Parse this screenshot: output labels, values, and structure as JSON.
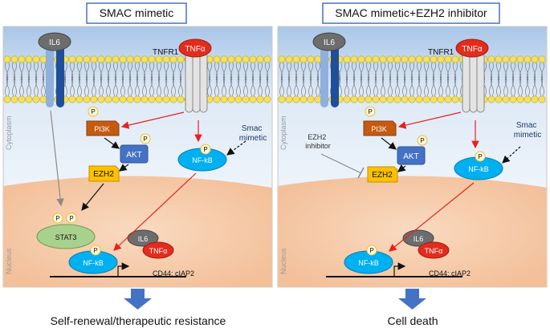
{
  "left_panel": {
    "title": "SMAC mimetic",
    "il6_receptor": "IL6",
    "tnf_receptor_label": "TNFR1",
    "tnf_ligand": "TNFα",
    "cytoplasm_label": "Cytoplasm",
    "nucleus_label": "Nucleus",
    "pi3k": "PI3K",
    "akt": "AKT",
    "ezh2": "EZH2",
    "nfkb_cyto": "NF-kB",
    "smac_label": "Smac\nmimetic",
    "stat3": "STAT3",
    "nfkb_nucleus": "NF-kB",
    "il6_gene": "IL6",
    "tnf_gene": "TNFα",
    "gene_targets": "CD44; cIAP2",
    "outcome": "Self-renewal/therapeutic resistance"
  },
  "right_panel": {
    "title": "SMAC mimetic+EZH2 inhibitor",
    "il6_receptor": "IL6",
    "tnf_receptor_label": "TNFR1",
    "tnf_ligand": "TNFα",
    "cytoplasm_label": "Cytoplasm",
    "nucleus_label": "Nucleus",
    "pi3k": "PI3K",
    "akt": "AKT",
    "ezh2": "EZH2",
    "ezh2_inhibitor_label": "EZH2\ninhibitor",
    "nfkb_cyto": "NF-kB",
    "smac_label": "Smac\nmimetic",
    "nfkb_nucleus": "NF-kB",
    "il6_gene": "IL6",
    "tnf_gene": "TNFα",
    "gene_targets": "CD44; cIAP2",
    "outcome": "Cell death"
  },
  "phospho": "P",
  "colors": {
    "membrane_blue": "#cfdff0",
    "nucleus_orange": "#f7cfae",
    "lipid_head": "#f5e05a",
    "tnf_red": "#e32c1c",
    "il6_gray": "#6d6d6d",
    "pi3k": "#c55a11",
    "akt": "#4472c4",
    "ezh2": "#ffc000",
    "nfkb": "#00b0f0",
    "stat3": "#a9d18e",
    "arrow_red": "#e8211c",
    "down_arrow": "#4472c4"
  }
}
